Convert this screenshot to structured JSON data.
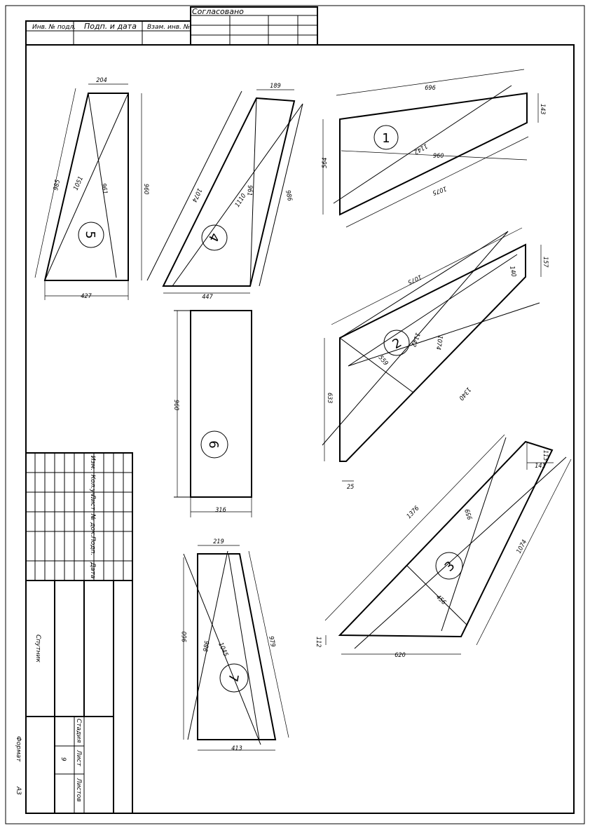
{
  "frame": {
    "approved_label": "Согласовано",
    "stamp_col_inv": "Инв. № подл.",
    "stamp_col_sign": "Подп. и дата",
    "stamp_col_replace": "Взам. инв. №"
  },
  "title_block": {
    "rev_cols": [
      "Изм.",
      "Кол.уч.",
      "Лист",
      "№ док.",
      "Подп.",
      "Дата"
    ],
    "name": "Спутник",
    "stage_label": "Стадия",
    "sheet_label": "Лист",
    "sheet_value": "9",
    "sheets_label": "Листов"
  },
  "format": {
    "label": "Формат",
    "value": "А3"
  },
  "parts": [
    {
      "id": "5",
      "label": "5"
    },
    {
      "id": "4",
      "label": "4"
    },
    {
      "id": "1",
      "label": "1"
    },
    {
      "id": "2",
      "label": "2"
    },
    {
      "id": "6",
      "label": "6"
    },
    {
      "id": "3",
      "label": "3"
    },
    {
      "id": "7",
      "label": "7"
    }
  ],
  "dims": {
    "p5": {
      "top": "204",
      "bottom": "427",
      "right": "960",
      "left": "985",
      "diag1": "1051",
      "diag2": "961"
    },
    "p4": {
      "top": "189",
      "bottom": "447",
      "left": "1074",
      "diag1": "961",
      "diag2": "1110",
      "right": "986"
    },
    "p1": {
      "top": "696",
      "right": "143",
      "left": "564",
      "mid": "960",
      "diag": "1142",
      "bottom": "1075"
    },
    "p2": {
      "top_long": "1075",
      "top_right": "157",
      "inner": "140",
      "diag_a": "1142",
      "diag_b": "1074",
      "diag_c": "1340",
      "left": "633",
      "small": "559",
      "base": "25"
    },
    "p6": {
      "height": "960",
      "width": "316"
    },
    "p3": {
      "top_left": "1376",
      "mid": "959",
      "right": "1074",
      "inner": "456",
      "bottom": "620",
      "small_a": "113",
      "small_b": "141",
      "left": "112"
    },
    "p7": {
      "top": "219",
      "bottom": "413",
      "left": "960",
      "diag1": "986",
      "diag2": "1045",
      "right": "979"
    }
  }
}
